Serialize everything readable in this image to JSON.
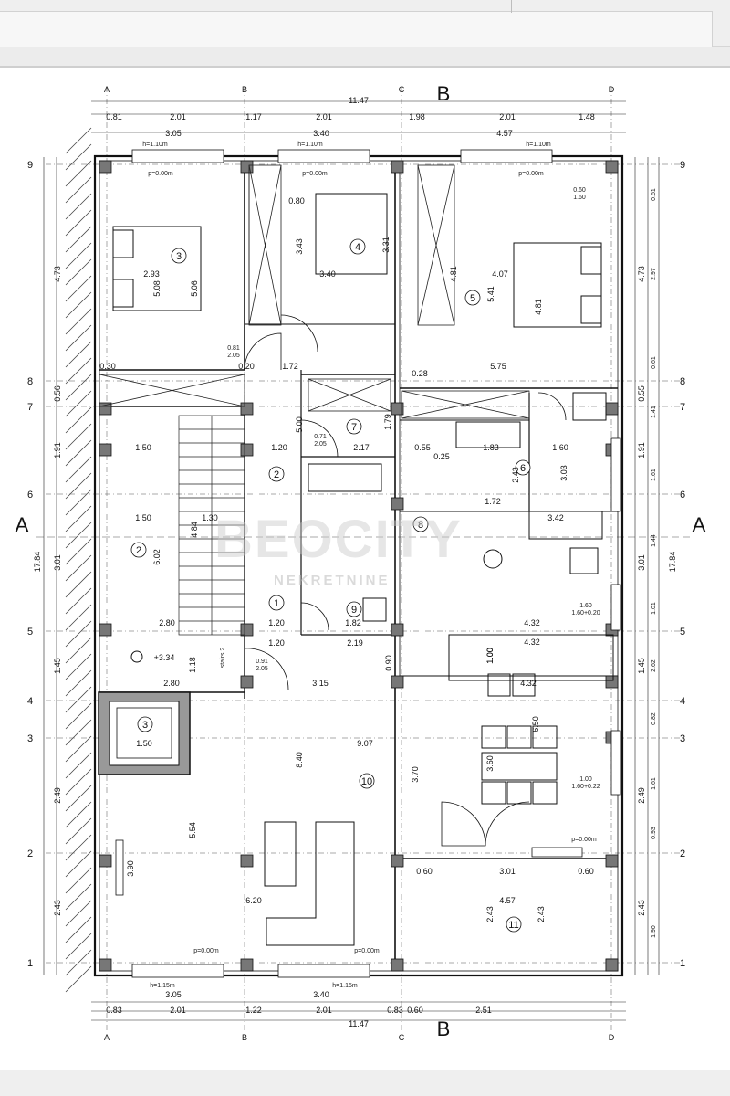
{
  "axes_letters": {
    "top": [
      "A",
      "B",
      "C",
      "D"
    ],
    "bottom": [
      "A",
      "B",
      "C",
      "D"
    ],
    "section_mark": "B",
    "section_side": "A"
  },
  "axes_numbers": [
    "9",
    "8",
    "7",
    "6",
    "5",
    "4",
    "3",
    "2",
    "1"
  ],
  "dims_top": {
    "total": "11.47",
    "segments": [
      "0.81",
      "2.01",
      "1.17",
      "2.01",
      "1.98",
      "2.01",
      "1.48"
    ],
    "sub": [
      "3.05",
      "3.40",
      "4.57"
    ]
  },
  "dims_bottom": {
    "total": "11.47",
    "segments": [
      "0.83",
      "2.01",
      "1.22",
      "2.01",
      "0.83",
      "0.60",
      "2.51"
    ],
    "sub": [
      "3.05",
      "3.40"
    ]
  },
  "dims_left": {
    "total": "17.84",
    "values": [
      "4.73",
      "0.56",
      "1.91",
      "3.01",
      "1.45",
      "2.49",
      "2.43"
    ]
  },
  "dims_right": {
    "total": "17.84",
    "outer": [
      "4.73",
      "0.55",
      "1.91",
      "3.01",
      "1.45",
      "2.49",
      "2.43"
    ],
    "inner": [
      "0.61",
      "2.97",
      "0.61",
      "1.41",
      "1.61",
      "1.44",
      "1.01",
      "2.62",
      "0.82",
      "1.61",
      "0.93",
      "1.90"
    ]
  },
  "rooms": [
    {
      "num": "1"
    },
    {
      "num": "2"
    },
    {
      "num": "2"
    },
    {
      "num": "3"
    },
    {
      "num": "3"
    },
    {
      "num": "4"
    },
    {
      "num": "5"
    },
    {
      "num": "6"
    },
    {
      "num": "7"
    },
    {
      "num": "8"
    },
    {
      "num": "9"
    },
    {
      "num": "10"
    },
    {
      "num": "11"
    }
  ],
  "interior_dims": [
    "2.93",
    "5.08",
    "5.06",
    "0.80",
    "3.43",
    "3.40",
    "3.31",
    "4.81",
    "4.07",
    "5.41",
    "4.81",
    "0.30",
    "0.20",
    "1.72",
    "5.75",
    "5.00",
    "1.50",
    "1.50",
    "1.20",
    "2.17",
    "0.55",
    "1.83",
    "1.60",
    "0.25",
    "2.43",
    "3.03",
    "1.72",
    "3.42",
    "6.02",
    "4.84",
    "1.30",
    "2.80",
    "1.20",
    "1.82",
    "4.32",
    "1.00",
    "4.32",
    "1.20",
    "2.19",
    "0.90",
    "4.32",
    "2.80",
    "3.15",
    "1.18",
    "9.07",
    "1.50",
    "3.60",
    "8.40",
    "3.70",
    "6.50",
    "5.54",
    "3.90",
    "6.20",
    "0.60",
    "3.01",
    "0.60",
    "4.57",
    "2.43",
    "2.43",
    "1.00",
    "1.79",
    "0.28"
  ],
  "annotations": {
    "level": "+3.34",
    "stairs": "stairs 2",
    "window_sill": "p=0.00m",
    "window_height": "h=1.10m",
    "window_height_b": "h=1.15m",
    "door_a": "0.81",
    "door_a2": "2.05",
    "door_b": "0.71",
    "door_b2": "2.05",
    "door_c": "0.91",
    "door_c2": "2.05",
    "win_a": "0.60",
    "win_a2": "1.60",
    "win_b": "1.60",
    "win_b2": "1.60+0.20",
    "win_c": "1.00",
    "win_c2": "1.60+0.22"
  },
  "watermark": {
    "brand": "BEOCITY",
    "sub": "NEKRETNINE"
  }
}
